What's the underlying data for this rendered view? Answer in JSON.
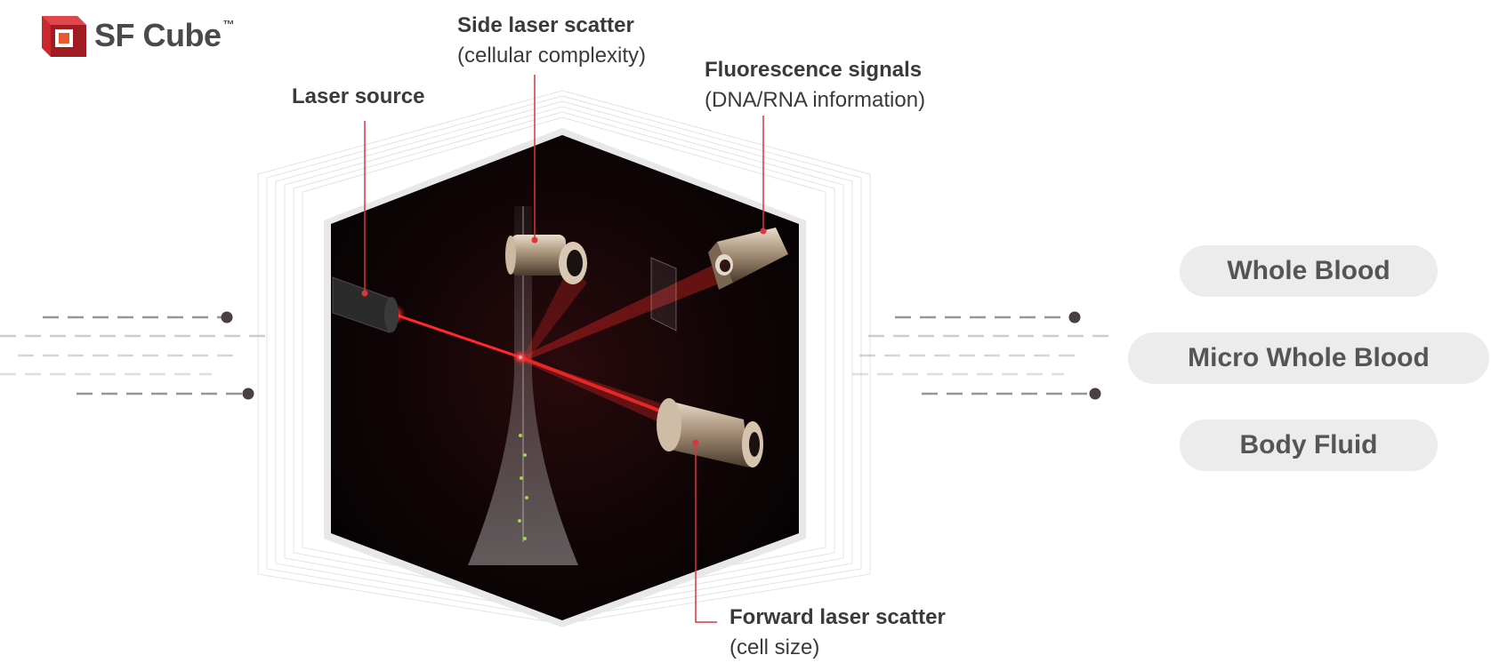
{
  "logo": {
    "text": "SF Cube",
    "tm": "™"
  },
  "labels": {
    "laser_source": "Laser source",
    "side_scatter_title": "Side laser scatter",
    "side_scatter_sub": "(cellular complexity)",
    "fluorescence_title": "Fluorescence signals",
    "fluorescence_sub": "(DNA/RNA information)",
    "forward_scatter_title": "Forward laser scatter",
    "forward_scatter_sub": "(cell size)"
  },
  "sample_types": [
    "Whole Blood",
    "Micro Whole Blood",
    "Body Fluid"
  ],
  "colors": {
    "laser": "#ff2a2a",
    "leader_line": "#d9363e",
    "cube_bg": "#0c0506",
    "pill_bg": "#ececec",
    "logo_red": "#c8282e"
  }
}
